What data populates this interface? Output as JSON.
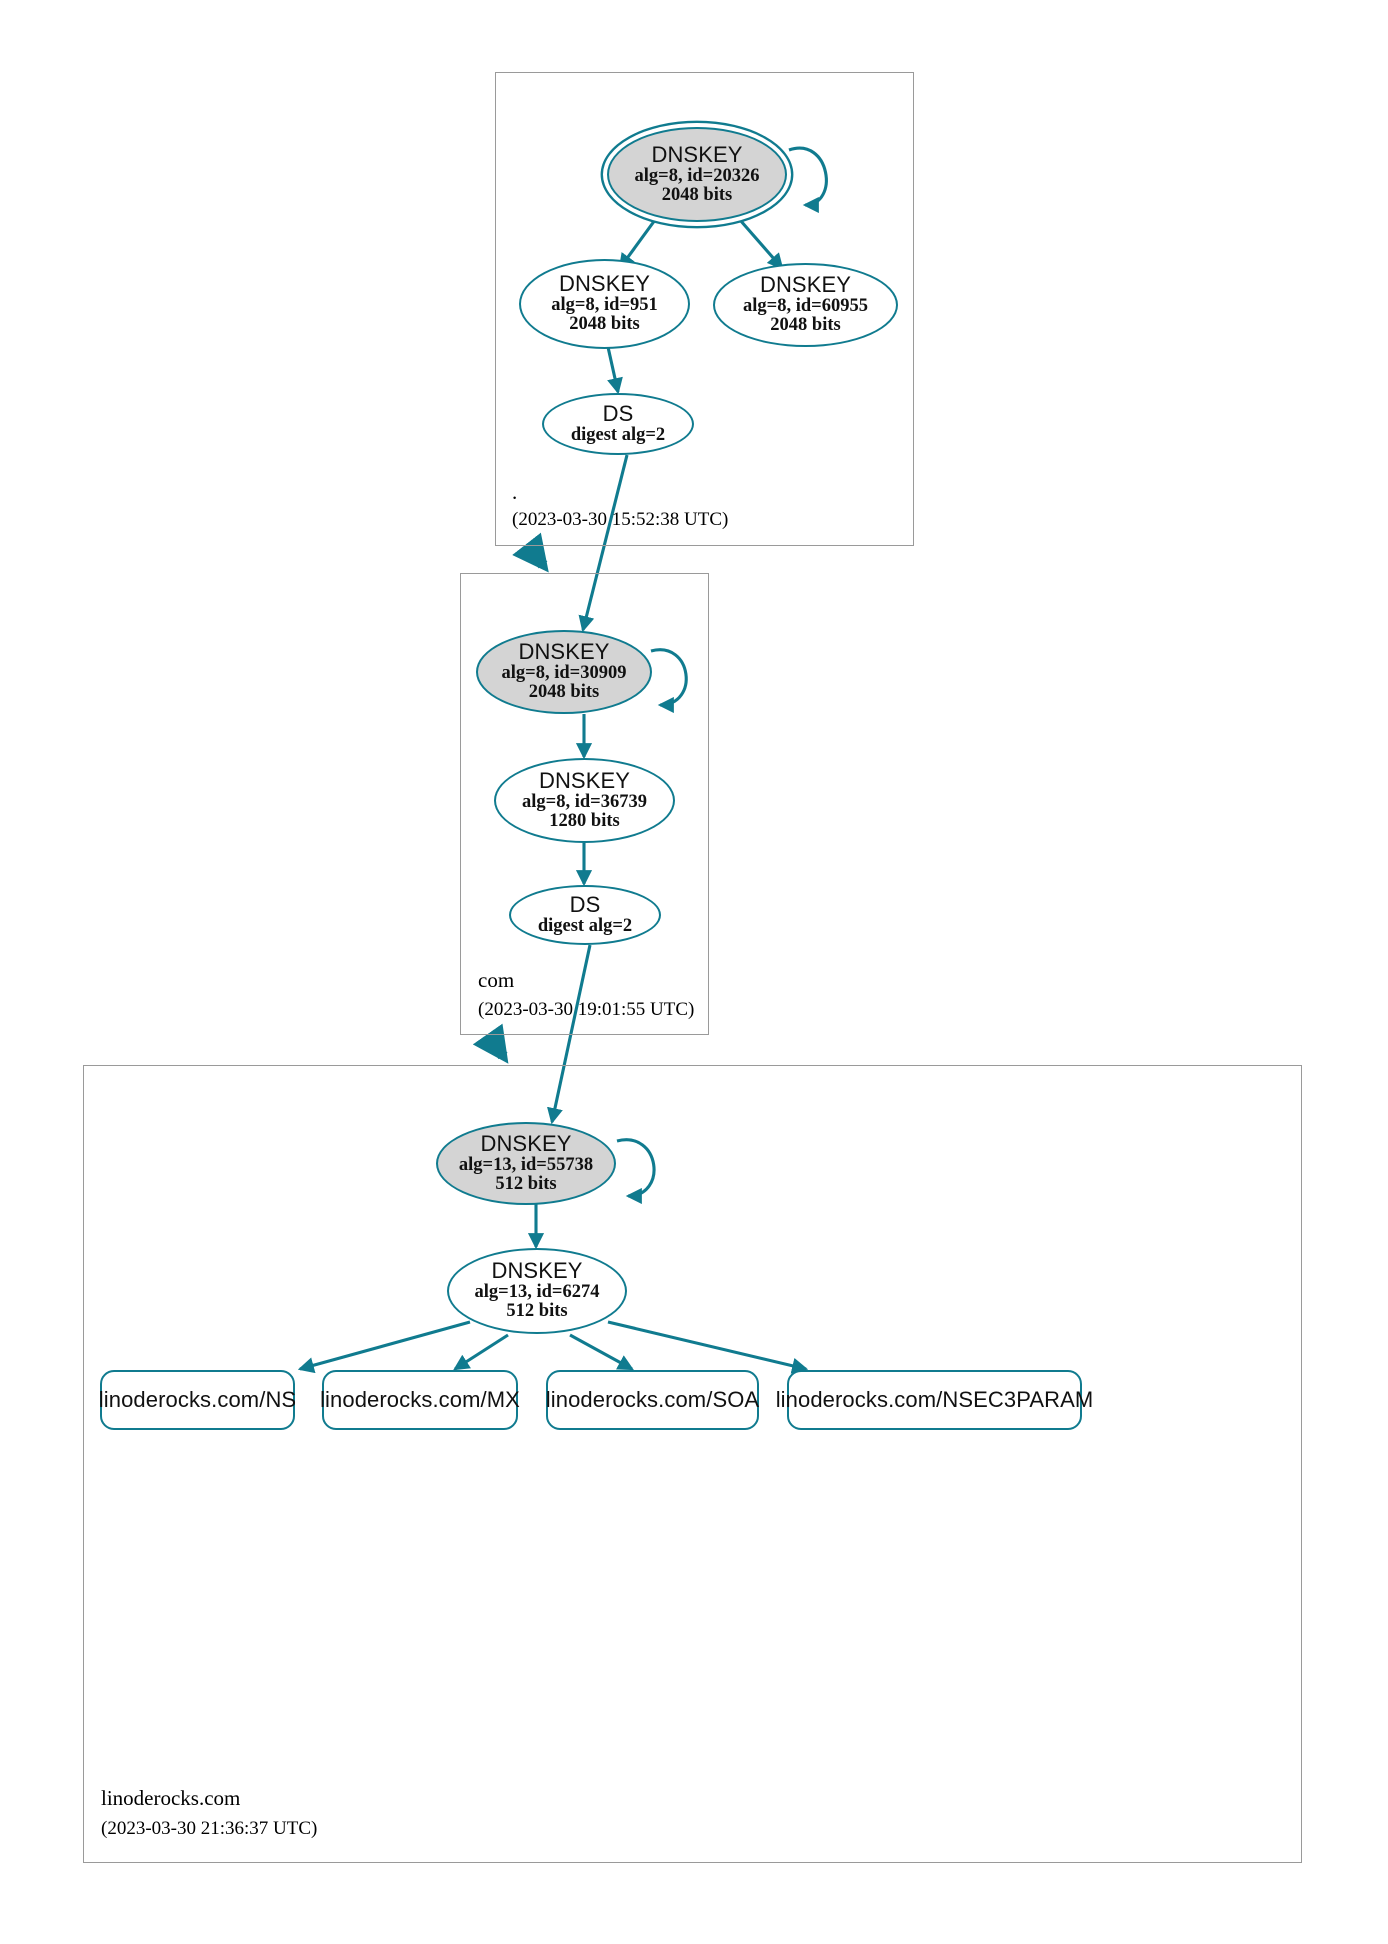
{
  "diagram": {
    "type": "dnssec-chain-of-trust",
    "accent_color": "#107b8f",
    "secure_fill": "#d4d4d4",
    "box_border_color": "#9a9a9a"
  },
  "zones": [
    {
      "id": "root",
      "label": ".",
      "timestamp": "(2023-03-30 15:52:38 UTC)",
      "nodes": [
        {
          "id": "root-ksk",
          "kind": "DNSKEY",
          "title": "DNSKEY",
          "detail": "alg=8, id=20326",
          "size": "2048 bits",
          "alg": 8,
          "key_id": 20326,
          "bits": 2048,
          "role": "ksk",
          "trust_anchor": true,
          "self_signed": true,
          "secure": true
        },
        {
          "id": "root-zsk-951",
          "kind": "DNSKEY",
          "title": "DNSKEY",
          "detail": "alg=8, id=951",
          "size": "2048 bits",
          "alg": 8,
          "key_id": 951,
          "bits": 2048,
          "role": "zsk",
          "trust_anchor": false,
          "self_signed": false,
          "secure": false
        },
        {
          "id": "root-zsk-60955",
          "kind": "DNSKEY",
          "title": "DNSKEY",
          "detail": "alg=8, id=60955",
          "size": "2048 bits",
          "alg": 8,
          "key_id": 60955,
          "bits": 2048,
          "role": "zsk",
          "trust_anchor": false,
          "self_signed": false,
          "secure": false
        },
        {
          "id": "root-ds",
          "kind": "DS",
          "title": "DS",
          "detail": "digest alg=2",
          "size": "",
          "digest_alg": 2,
          "secure": false
        }
      ]
    },
    {
      "id": "com",
      "label": "com",
      "timestamp": "(2023-03-30 19:01:55 UTC)",
      "nodes": [
        {
          "id": "com-ksk",
          "kind": "DNSKEY",
          "title": "DNSKEY",
          "detail": "alg=8, id=30909",
          "size": "2048 bits",
          "alg": 8,
          "key_id": 30909,
          "bits": 2048,
          "role": "ksk",
          "trust_anchor": false,
          "self_signed": true,
          "secure": true
        },
        {
          "id": "com-zsk",
          "kind": "DNSKEY",
          "title": "DNSKEY",
          "detail": "alg=8, id=36739",
          "size": "1280 bits",
          "alg": 8,
          "key_id": 36739,
          "bits": 1280,
          "role": "zsk",
          "trust_anchor": false,
          "self_signed": false,
          "secure": false
        },
        {
          "id": "com-ds",
          "kind": "DS",
          "title": "DS",
          "detail": "digest alg=2",
          "size": "",
          "digest_alg": 2,
          "secure": false
        }
      ]
    },
    {
      "id": "linoderocks",
      "label": "linoderocks.com",
      "timestamp": "(2023-03-30 21:36:37 UTC)",
      "nodes": [
        {
          "id": "lr-ksk",
          "kind": "DNSKEY",
          "title": "DNSKEY",
          "detail": "alg=13, id=55738",
          "size": "512 bits",
          "alg": 13,
          "key_id": 55738,
          "bits": 512,
          "role": "ksk",
          "trust_anchor": false,
          "self_signed": true,
          "secure": true
        },
        {
          "id": "lr-zsk",
          "kind": "DNSKEY",
          "title": "DNSKEY",
          "detail": "alg=13, id=6274",
          "size": "512 bits",
          "alg": 13,
          "key_id": 6274,
          "bits": 512,
          "role": "zsk",
          "trust_anchor": false,
          "self_signed": false,
          "secure": false
        }
      ],
      "rrsets": [
        {
          "id": "rr-ns",
          "label": "linoderocks.com/NS"
        },
        {
          "id": "rr-mx",
          "label": "linoderocks.com/MX"
        },
        {
          "id": "rr-soa",
          "label": "linoderocks.com/SOA"
        },
        {
          "id": "rr-nsec3param",
          "label": "linoderocks.com/NSEC3PARAM"
        }
      ]
    }
  ]
}
